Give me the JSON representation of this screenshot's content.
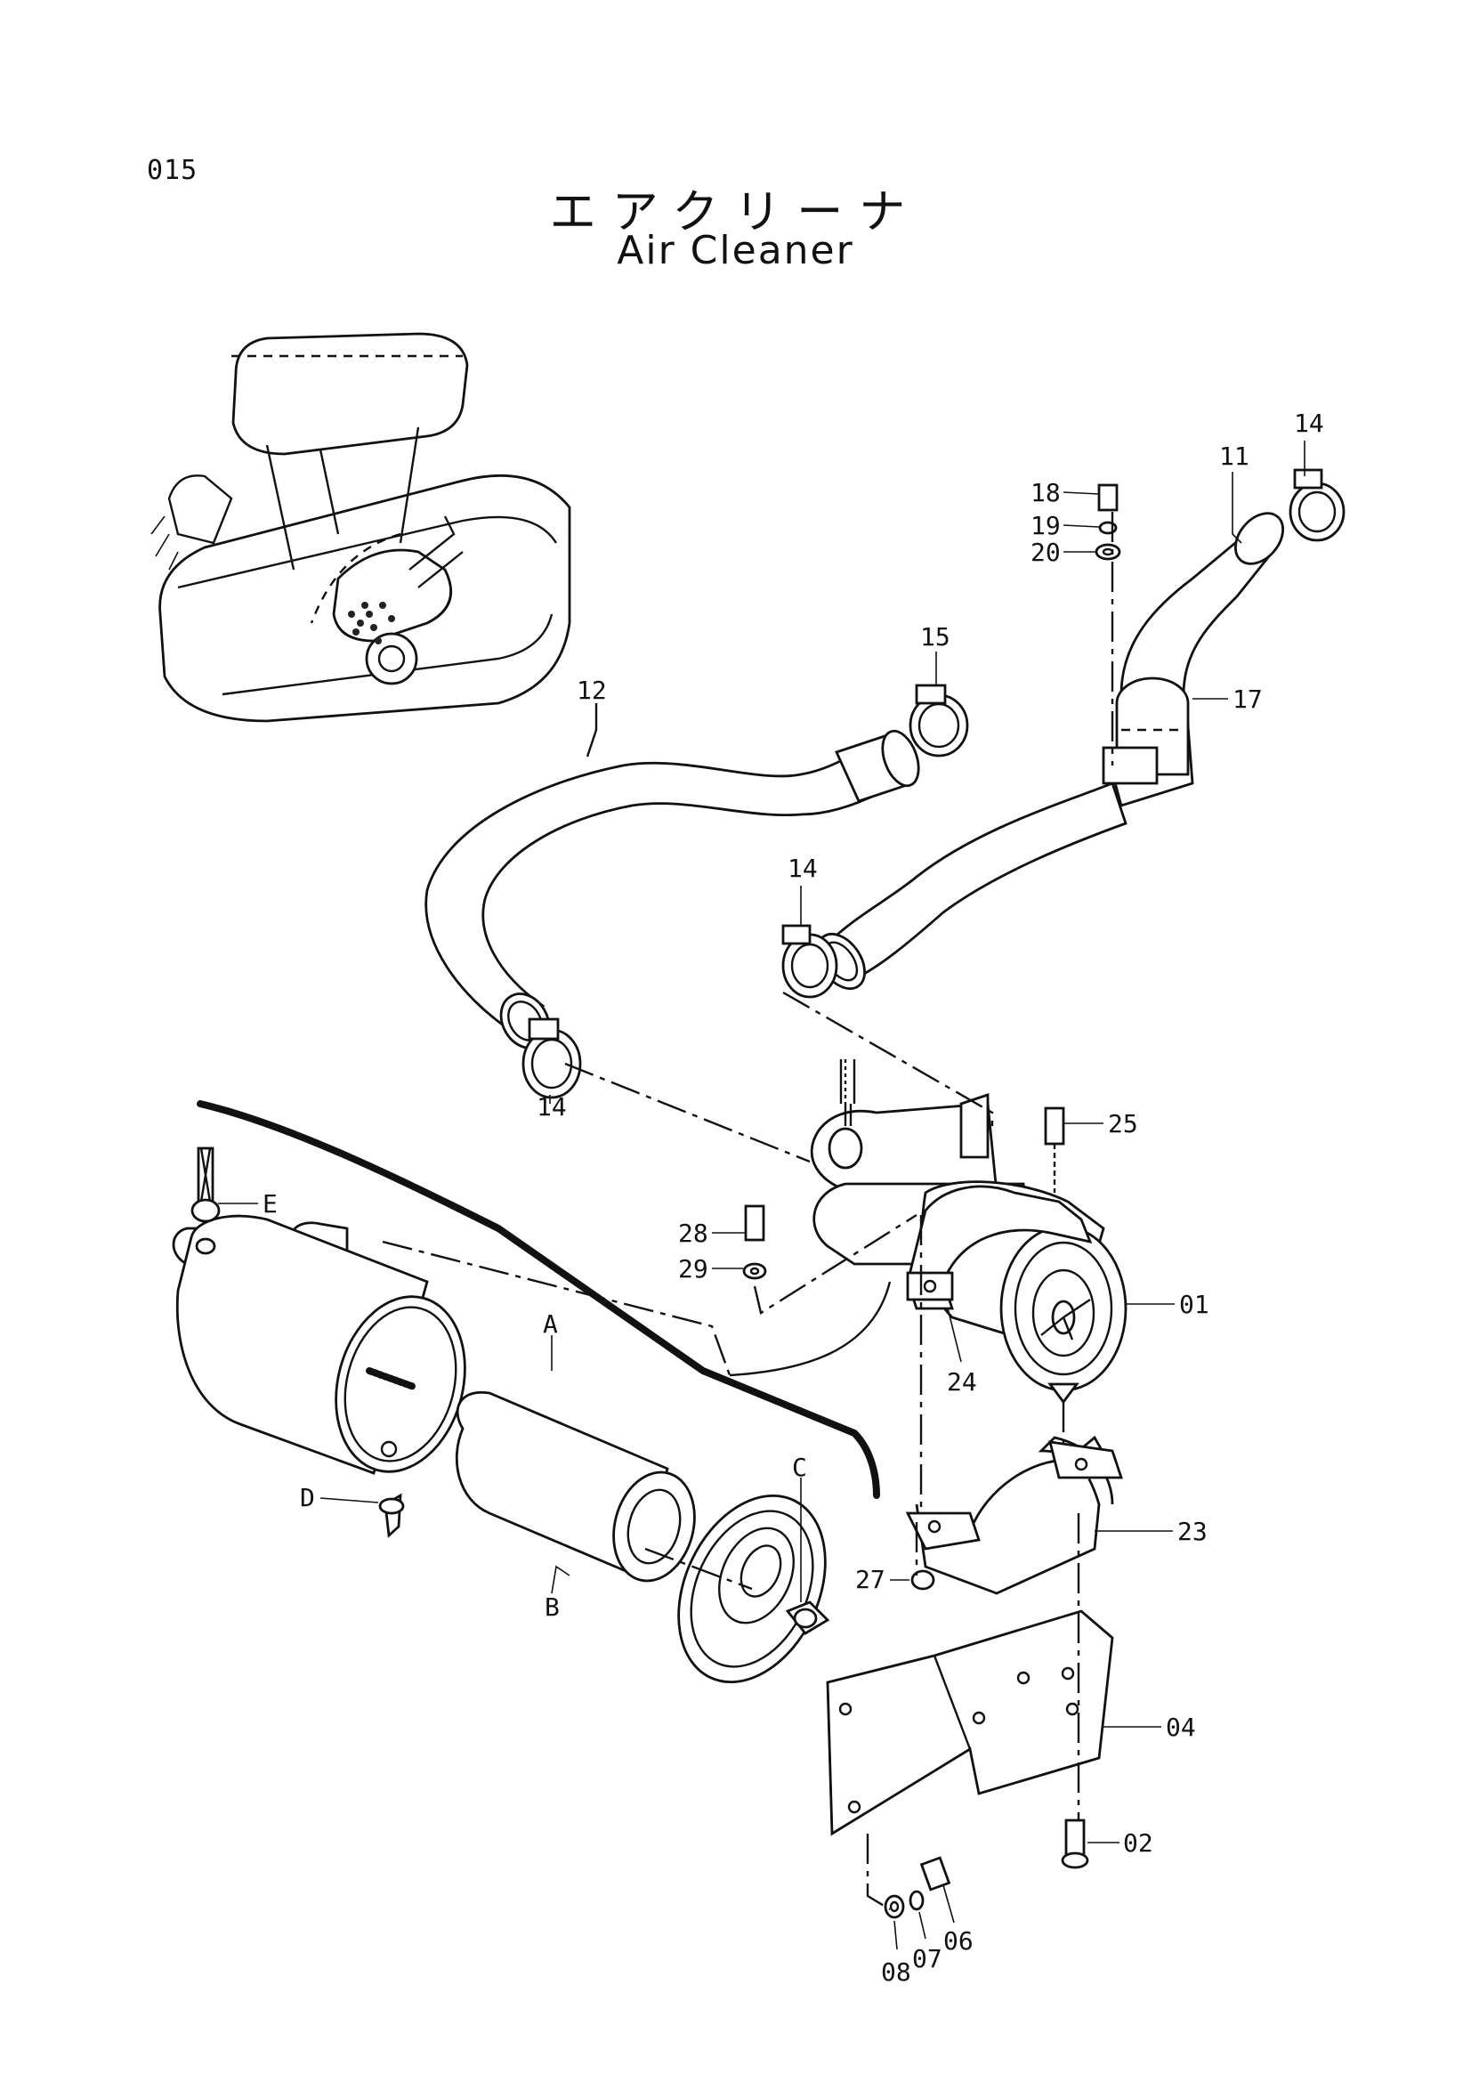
{
  "page_number": "015",
  "title_japanese": "エアクリーナ",
  "title_english": "Air Cleaner",
  "labels": {
    "p01": "01",
    "p02": "02",
    "p04": "04",
    "p06": "06",
    "p07": "07",
    "p08": "08",
    "p11": "11",
    "p12": "12",
    "p14a": "14",
    "p14b": "14",
    "p14c": "14",
    "p15": "15",
    "p17": "17",
    "p18": "18",
    "p19": "19",
    "p20": "20",
    "p23": "23",
    "p24": "24",
    "p25": "25",
    "p27": "27",
    "p28": "28",
    "p29": "29",
    "pA": "A",
    "pB": "B",
    "pC": "C",
    "pD": "D",
    "pE": "E"
  }
}
